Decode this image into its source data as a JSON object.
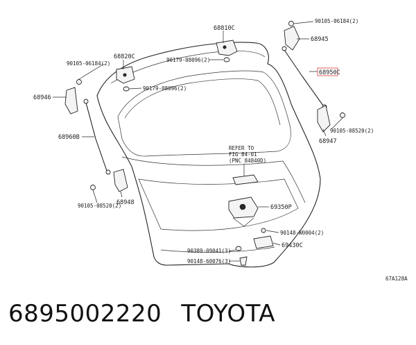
{
  "diagram": {
    "labels": {
      "l_68810C": "68810C",
      "l_90105_06184_tr": "90105-06184(2)",
      "l_68945": "68945",
      "l_68950C": "68950C",
      "l_90105_06184_l": "90105-06184(2)",
      "l_68820C": "68820C",
      "l_90179_08096_a": "90179-08096(2)",
      "l_90179_08096_b": "90179-08096(2)",
      "l_68946": "68946",
      "l_68960B": "68960B",
      "l_90105_08520_r": "90105-08520(2)",
      "l_68947": "68947",
      "l_refer1": "REFER TO",
      "l_refer2": "FIG 84-01",
      "l_refer3": "(PNC 84840D)",
      "l_90105_08520_l": "90105-08520(2)",
      "l_68948": "68948",
      "l_69350P": "69350P",
      "l_90148_W0004": "90148-W0004(2)",
      "l_69430C": "69430C",
      "l_90389_09041": "90389-09041(3)",
      "l_90148_60076": "90148-60076(3)",
      "l_code": "67A128A"
    }
  },
  "caption": {
    "part_number": "6895002220",
    "brand": "TOYOTA"
  }
}
